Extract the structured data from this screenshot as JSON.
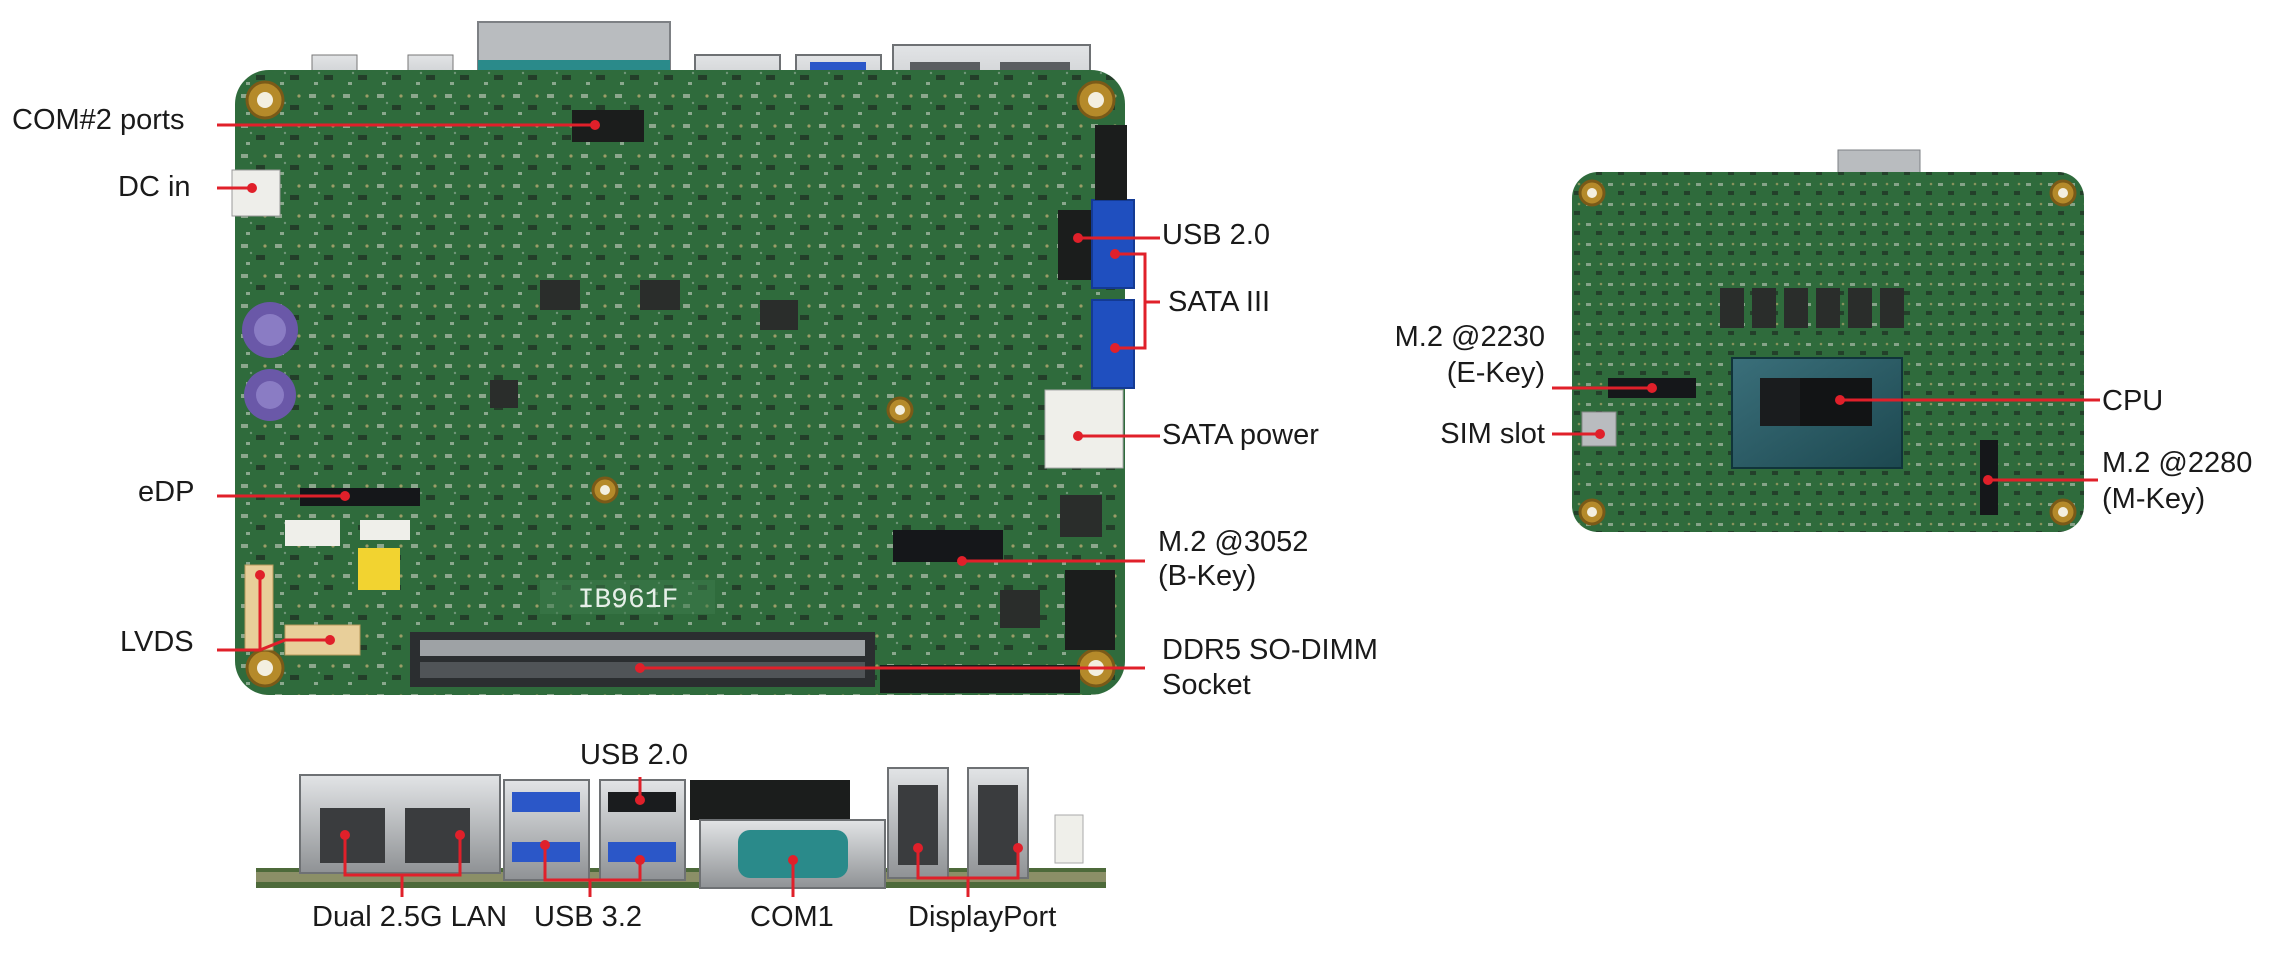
{
  "colors": {
    "pcb": "#2f6b3c",
    "pcb_dark": "#1f4d2a",
    "callout": "#e0202a",
    "label_text": "#1a1a1a",
    "sata_blue": "#1f4fbf",
    "usb3_blue": "#2b57c8",
    "metal": "#b9bcbf"
  },
  "board_label": "IB961F",
  "top_view": {
    "com2": "COM#2 ports",
    "dc_in": "DC in",
    "usb20": "USB 2.0",
    "sata3": "SATA III",
    "sata_power": "SATA power",
    "edp": "eDP",
    "m2_3052": [
      "M.2 @3052",
      "(B-Key)"
    ],
    "lvds": "LVDS",
    "ddr5": [
      "DDR5 SO-DIMM",
      "Socket"
    ]
  },
  "bottom_view": {
    "m2_2230": [
      "M.2 @2230",
      "(E-Key)"
    ],
    "sim": "SIM slot",
    "cpu": "CPU",
    "m2_2280": [
      "M.2 @2280",
      "(M-Key)"
    ]
  },
  "io_view": {
    "usb20": "USB 2.0",
    "lan": "Dual 2.5G LAN",
    "usb32": "USB 3.2",
    "com1": "COM1",
    "dp": "DisplayPort"
  }
}
